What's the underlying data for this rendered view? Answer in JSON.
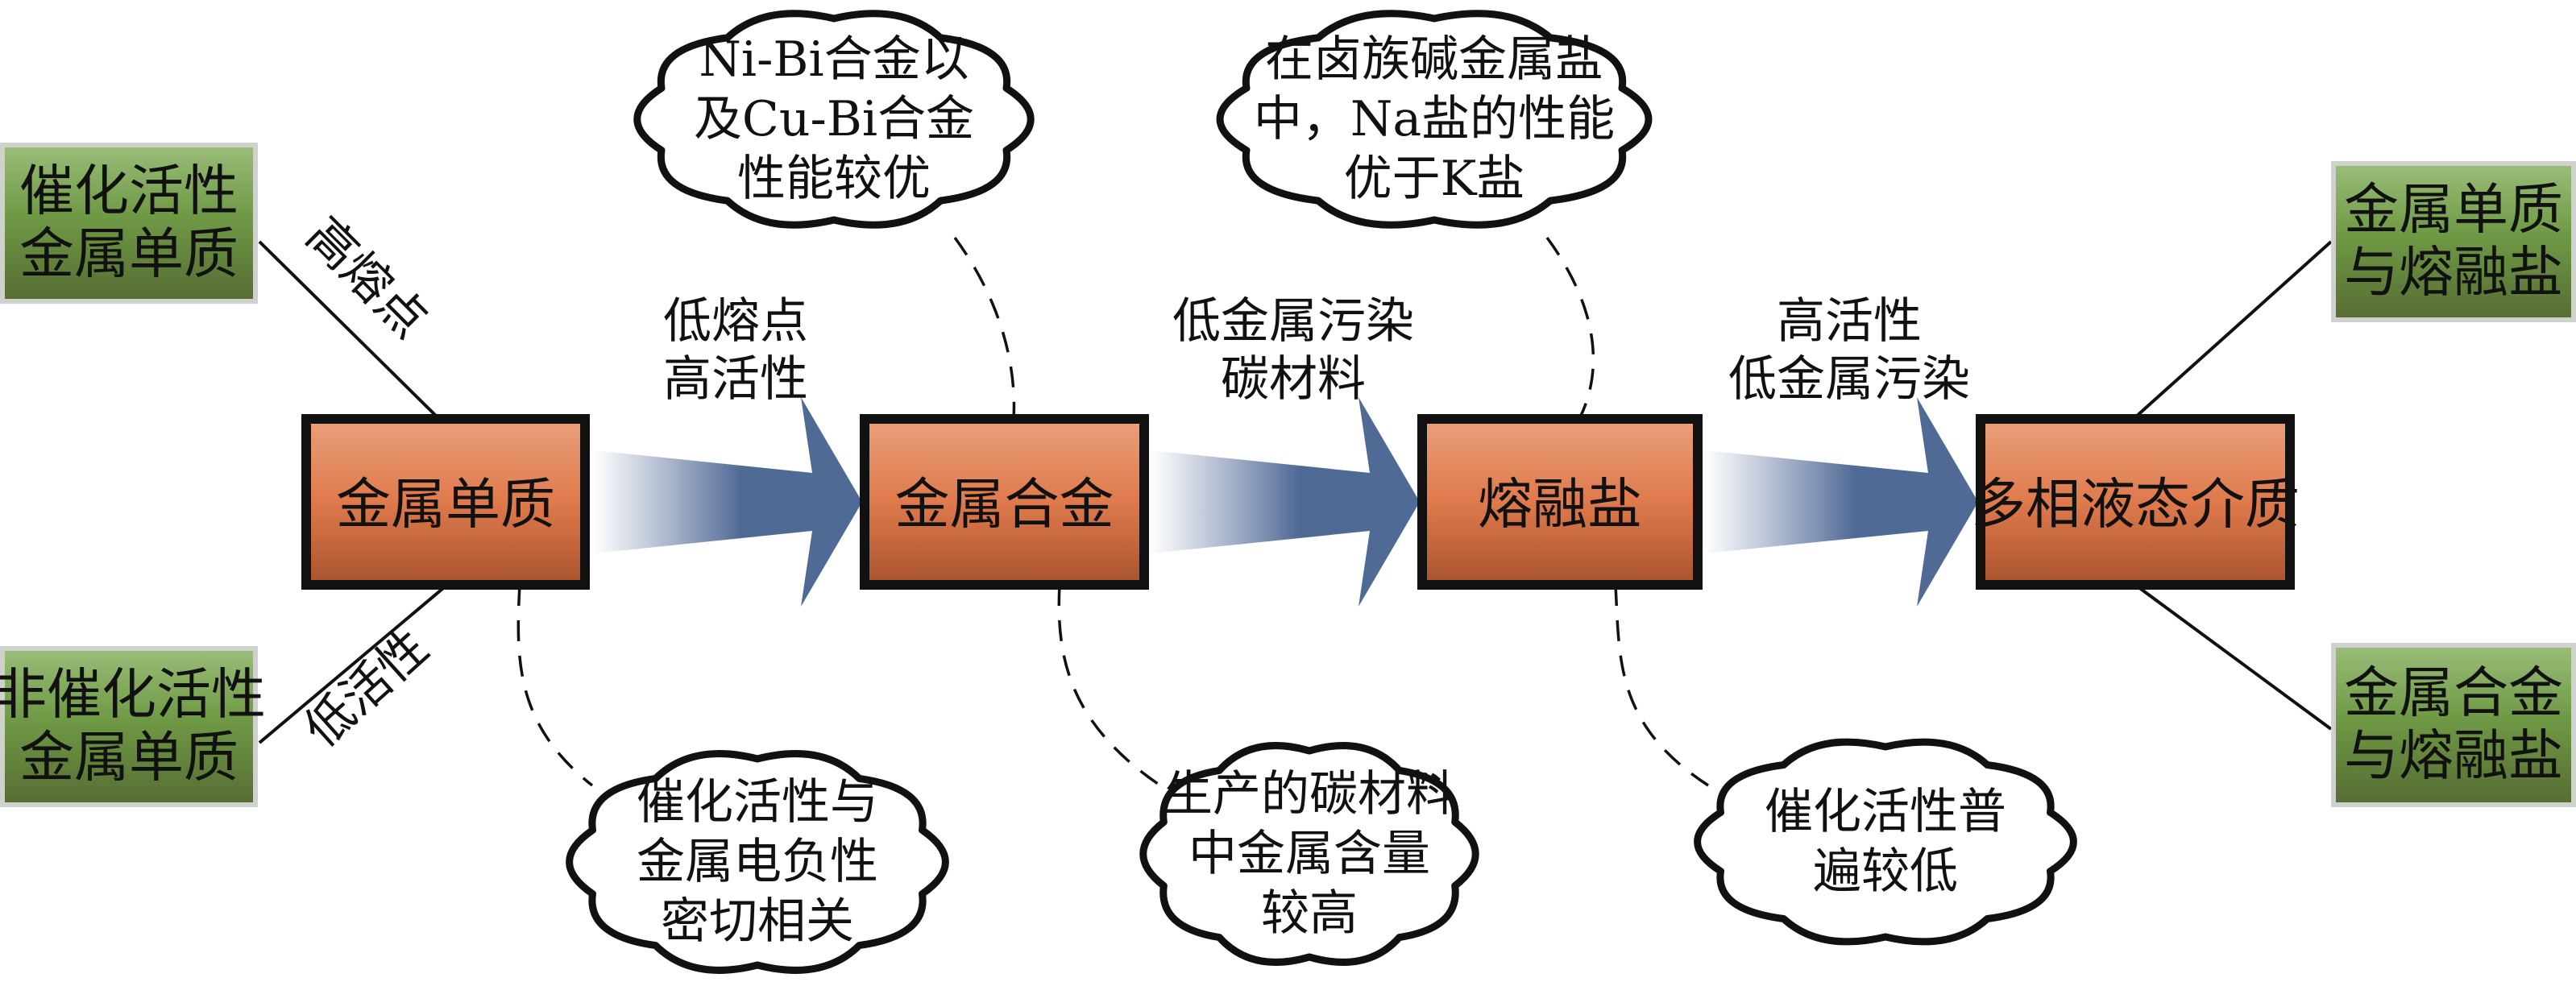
{
  "colors": {
    "main_box_top": "#e9a07c",
    "main_box_mid": "#df7a4c",
    "main_box_bottom": "#a8532f",
    "main_box_border": "#111111",
    "side_box_top": "#9bbd7a",
    "side_box_mid": "#6f9a45",
    "side_box_bottom": "#566c33",
    "side_box_border": "#cfd2cc",
    "arrow": "#506a96"
  },
  "main_nodes": [
    {
      "id": "metal-element",
      "label": "金属单质"
    },
    {
      "id": "metal-alloy",
      "label": "金属合金"
    },
    {
      "id": "molten-salt",
      "label": "熔融盐"
    },
    {
      "id": "multiphase-liquid",
      "label": "多相液态介质"
    }
  ],
  "arrows": [
    {
      "from": "metal-element",
      "to": "metal-alloy",
      "lines": [
        "低熔点",
        "高活性"
      ]
    },
    {
      "from": "metal-alloy",
      "to": "molten-salt",
      "lines": [
        "低金属污染",
        "碳材料"
      ]
    },
    {
      "from": "molten-salt",
      "to": "multiphase-liquid",
      "lines": [
        "高活性",
        "低金属污染"
      ]
    }
  ],
  "left_branches": [
    {
      "label_lines": [
        "催化活性",
        "金属单质"
      ],
      "edge_label": "高熔点"
    },
    {
      "label_lines": [
        "非催化活性",
        "金属单质"
      ],
      "edge_label": "低活性"
    }
  ],
  "right_branches": [
    {
      "label_lines": [
        "金属单质",
        "与熔融盐"
      ]
    },
    {
      "label_lines": [
        "金属合金",
        "与熔融盐"
      ]
    }
  ],
  "clouds_top": [
    {
      "attached_to": "metal-alloy",
      "lines": [
        "Ni-Bi合金以",
        "及Cu-Bi合金",
        "性能较优"
      ]
    },
    {
      "attached_to": "molten-salt",
      "lines": [
        "在卤族碱金属盐",
        "中，Na盐的性能",
        "优于K盐"
      ]
    }
  ],
  "clouds_bottom": [
    {
      "attached_to": "metal-element",
      "lines": [
        "催化活性与",
        "金属电负性",
        "密切相关"
      ]
    },
    {
      "attached_to": "metal-alloy",
      "lines": [
        "生产的碳材料",
        "中金属含量",
        "较高"
      ]
    },
    {
      "attached_to": "molten-salt",
      "lines": [
        "催化活性普",
        "遍较低"
      ]
    }
  ]
}
